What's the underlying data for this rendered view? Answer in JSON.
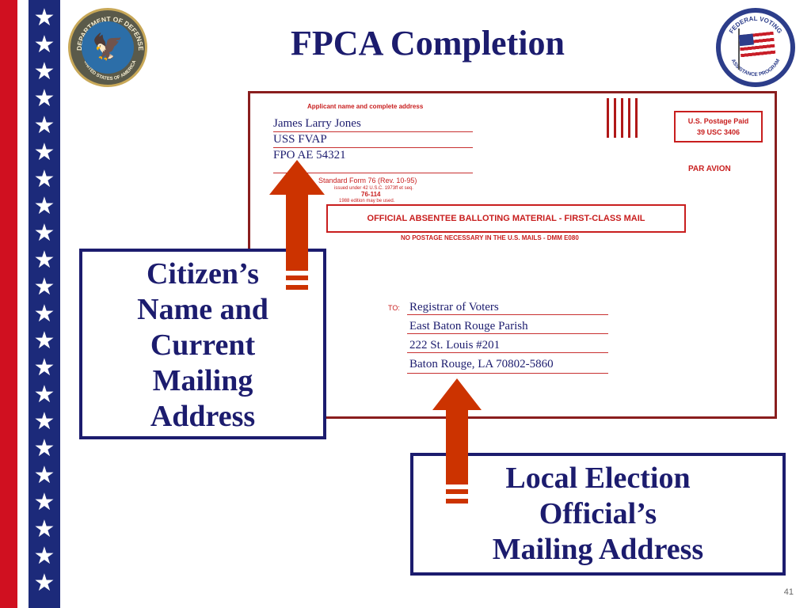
{
  "slide": {
    "title": "FPCA Completion",
    "page_number": "41"
  },
  "seals": {
    "left": {
      "ring_text": "DEPARTMENT OF DEFENSE",
      "bottom_text": "UNITED STATES OF AMERICA"
    },
    "right": {
      "ring_text": "FEDERAL VOTING",
      "bottom_text": "ASSISTANCE PROGRAM"
    }
  },
  "envelope": {
    "applicant_heading": "Applicant name and complete address",
    "sender_lines": [
      "James Larry Jones",
      "USS FVAP",
      "FPO AE 54321"
    ],
    "form_id": "Standard Form 76 (Rev. 10-95)",
    "form_authority": "issued under 42 U.S.C. 1973ff et seq.",
    "form_number": "76-114",
    "form_edition": "1988 edition may be used.",
    "postage_line1": "U.S. Postage Paid",
    "postage_line2": "39 USC 3406",
    "par_avion": "PAR AVION",
    "official_banner": "OFFICIAL ABSENTEE BALLOTING MATERIAL - FIRST-CLASS MAIL",
    "no_postage": "NO POSTAGE NECESSARY IN THE U.S. MAILS - DMM E080",
    "to_label": "TO:",
    "recipient_lines": [
      "Registrar of Voters",
      "East Baton Rouge Parish",
      "222 St. Louis #201",
      "Baton Rouge, LA 70802-5860"
    ]
  },
  "callouts": {
    "left": [
      "Citizen’s",
      "Name and",
      "Current",
      "Mailing",
      "Address"
    ],
    "right": [
      "Local Election",
      "Official’s",
      "Mailing Address"
    ]
  },
  "colors": {
    "navy": "#1c1c6e",
    "flag_red": "#d01020",
    "arrow": "#cc3300",
    "envelope_red": "#c81e1e"
  }
}
